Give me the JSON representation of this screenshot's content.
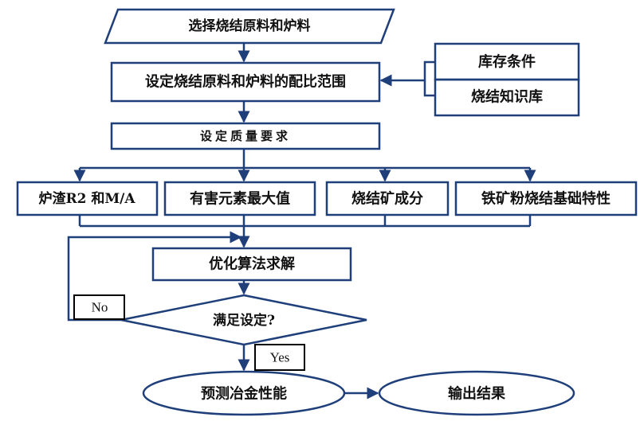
{
  "colors": {
    "stroke": "#1f3f7a",
    "text": "#111111",
    "background": "#ffffff"
  },
  "nodes": {
    "select_materials": "选择烧结原料和炉料",
    "set_ratio_range": "设定烧结原料和炉料的配比范围",
    "inventory": "库存条件",
    "knowledge_base": "烧结知识库",
    "quality_requirements": "设定质量要求",
    "slag_r2_ma": "炉渣R2 和M/A",
    "harmful_elements": "有害元素最大值",
    "sinter_composition": "烧结矿成分",
    "iron_ore_properties": "铁矿粉烧结基础特性",
    "optimization": "优化算法求解",
    "decision": "满足设定?",
    "predict_metallurgy": "预测冶金性能",
    "output_results": "输出结果"
  },
  "labels": {
    "no": "No",
    "yes": "Yes"
  }
}
